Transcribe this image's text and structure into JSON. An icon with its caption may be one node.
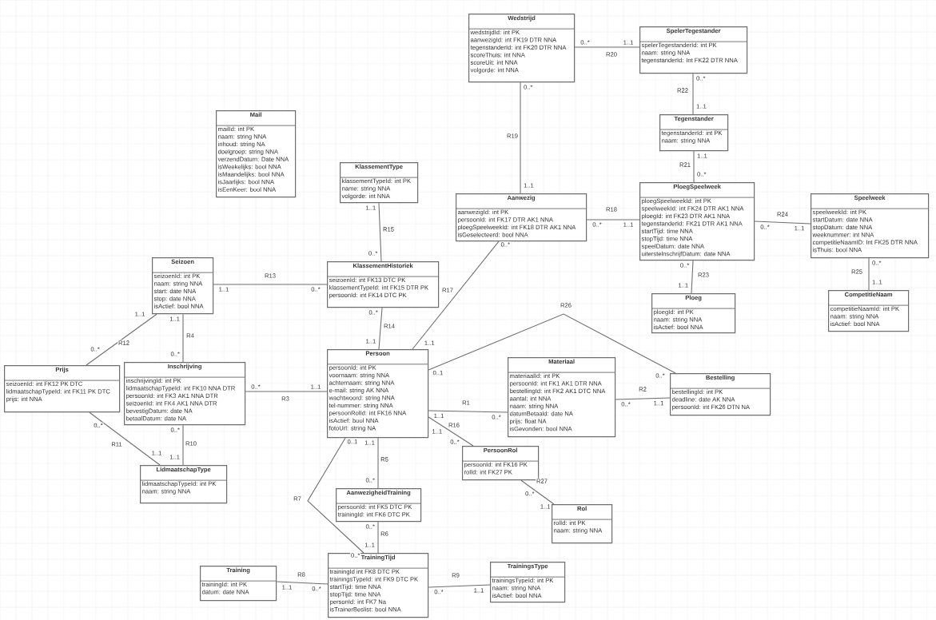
{
  "diagram": {
    "nodes": [
      {
        "text": [
          "Wedstrijd",
          "wedstrijdId: int PK",
          "aanwezigId: int FK19 DTR NNA",
          "tegenstanderId: int FK20 DTR NNA",
          "scoreThuis: int NNA",
          "scoreUit: int NNA",
          "volgorde: int NNA"
        ]
      },
      {
        "text": [
          "SpelerTegestander",
          "spelerTegestanderId: int PK",
          "naam: string NNA",
          "tegenstanderId: Int FK22 DTR NNA"
        ]
      },
      {
        "text": [
          "Mail",
          "mailId: int PK",
          "naam: string NNA",
          "inhoud: string NA",
          "doelgroep: string NNA",
          "verzendDatum: Date NNA",
          "isWeekelijks: bool NNA",
          "isMaandelijks: bool NNA",
          "isJaarlijks: bool NNA",
          "isEenKeer: bool NNA"
        ]
      },
      {
        "text": [
          "Tegenstander",
          "tegenstanderId: int PK",
          "naam: string NNA"
        ]
      },
      {
        "text": [
          "KlassementType",
          "klassementTypeId: int PK",
          "name: string NNA",
          "volgorde: int NNA"
        ]
      },
      {
        "text": [
          "Aanwezig",
          "aanwezigId: int PK",
          "persoonId: int FK17 DTR AK1 NNA",
          "ploegSpeelweekId: int FK18 DTR AK1 NNA",
          "isGeselecteerd: bool NNA"
        ]
      },
      {
        "text": [
          "PloegSpeelweek",
          "ploegSpeelweekId: int PK",
          "speelweekId: int FK24 DTR AK1 NNA",
          "ploegId: int FK23 DTR AK1 NNA",
          "tegenstanderId: FK21 DTR AK1 NNA",
          "startTijd: time NNA",
          "stopTijd: time NNA",
          "speelDatum: date NNA",
          "uiterstelnschrijfDatum: date NNA"
        ]
      },
      {
        "text": [
          "Speelweek",
          "speelweekId: int PK",
          "startDatum: date NNA",
          "stopDatum: date NNA",
          "weeknummer: int NNA",
          "competitieNaamID: Int FK25 DTR NNA",
          "isThuis: bool NNA"
        ]
      },
      {
        "text": [
          "Seizoen",
          "seizoenId: int PK",
          "naam: string NNA",
          "start: date NNA",
          "stop: date NNA",
          "isActief: bool NNA"
        ]
      },
      {
        "text": [
          "KlassementHistoriek",
          "seizoenId: int FK13 DTC PK",
          "klassementTypeId: int FK15 DTR PK",
          "persoonId: int FK14 DTC PK"
        ]
      },
      {
        "text": [
          "CompetitieNaam",
          "competitieNaamId: int PK",
          "naam: string NNA",
          "isActief: bool NNA"
        ]
      },
      {
        "text": [
          "Ploeg",
          "ploegId: int PK",
          "naam: string NNA",
          "isActief: bool NNA"
        ]
      },
      {
        "text": [
          "Persoon",
          "persoonId: int PK",
          "voornaam: string NNA",
          "achternaam: string NNA",
          "e-mail: string AK NNA",
          "wachtwoord: string NNA",
          "tel-nummer: string NNA",
          "persoonRolId: int FK16 NNA",
          "isActief: bool NNA",
          "fotoUrl: string NA"
        ]
      },
      {
        "text": [
          "Materiaal",
          "materiaalId: int PK",
          "persoonId: int FK1 AK1 DTR NNA",
          "bestellingId: int FK2 AK1 DTC NNA",
          "aantal: int NNA",
          "naam: string NNA",
          "datumBetaald: date NA",
          "prijs: float NA",
          "isGevonden: bool NNA"
        ]
      },
      {
        "text": [
          "Bestelling",
          "bestellingId: int PK",
          "deadline: date AK NNA",
          "persoonId: int FK26 DTN NA"
        ]
      },
      {
        "text": [
          "Prijs",
          "seizoenId: int FK12 PK DTC",
          "lidmaatschapTypeId: int FK11 PK DTC",
          "prijs: int NNA"
        ]
      },
      {
        "text": [
          "Inschrijving",
          "inschrijvingId: int PK",
          "lidmaatschapTypeId: int FK10 NNA DTR",
          "persoonId: int FK3 AK1 NNA DTR",
          "seizoenId: int FK4 AK1 NNA DTR",
          "bevestigDatum: date NA",
          "betaalDatum: date NA"
        ]
      },
      {
        "text": [
          "PersoonRol",
          "persoonId: int FK16 PK",
          "rolId: int FK27 PK"
        ]
      },
      {
        "text": [
          "LidmaatschapType",
          "lidmaatschapTypeId: int PK",
          "naam: string NNA"
        ]
      },
      {
        "text": [
          "AanwezigheidTraining",
          "persoonId: int FK5 DTC PK",
          "trainingId: int FK6 DTC PK"
        ]
      },
      {
        "text": [
          "Rol",
          "rolId: int PK",
          "naam: string NNA"
        ]
      },
      {
        "text": [
          "Training",
          "trainingId: int PK",
          "datum: date NNA"
        ]
      },
      {
        "text": [
          "TrainingTijd",
          "trainingId int FK8 DTC PK",
          "trainingsTypeId: int FK9 DTC PK",
          "startTijd: time NNA",
          "stopTijd: time NNA",
          "personId: int FK7 Na",
          "isTrainerBeslist: bool NNA"
        ]
      },
      {
        "text": [
          "TrainingsType",
          "trainingsTypeId: int PK",
          "naam: string NNA",
          "isActief: bool NNA"
        ]
      }
    ],
    "edges": [
      {
        "from": 0,
        "to": 1,
        "arrow": "none",
        "label": "R20"
      },
      {
        "from": 1,
        "to": 3,
        "arrow": "none",
        "label": "R22"
      },
      {
        "from": 0,
        "to": 5,
        "arrow": "none",
        "label": "R19"
      },
      {
        "from": 3,
        "to": 6,
        "arrow": "none",
        "label": "R21"
      },
      {
        "from": 4,
        "to": 9,
        "arrow": "none",
        "label": "R15"
      },
      {
        "from": 5,
        "to": 6,
        "arrow": "none",
        "label": "R18"
      },
      {
        "from": 6,
        "to": 7,
        "arrow": "none",
        "label": "R24"
      },
      {
        "from": 6,
        "to": 11,
        "arrow": "none",
        "label": "R23"
      },
      {
        "from": 7,
        "to": 10,
        "arrow": "none",
        "label": "R25"
      },
      {
        "from": 8,
        "to": 9,
        "arrow": "none",
        "label": "R13"
      },
      {
        "from": 8,
        "to": 15,
        "arrow": "none",
        "label": "R12"
      },
      {
        "from": 8,
        "to": 16,
        "arrow": "none",
        "label": "R4"
      },
      {
        "from": 9,
        "to": 12,
        "arrow": "none",
        "label": "R14"
      },
      {
        "from": 5,
        "to": 12,
        "arrow": "none",
        "label": "R17"
      },
      {
        "from": 12,
        "to": 14,
        "arrow": "none",
        "label": "R26"
      },
      {
        "from": 12,
        "to": 13,
        "arrow": "none",
        "label": "R1"
      },
      {
        "from": 13,
        "to": 14,
        "arrow": "none",
        "label": "R2"
      },
      {
        "from": 16,
        "to": 12,
        "arrow": "none",
        "label": "R3"
      },
      {
        "from": 15,
        "to": 18,
        "arrow": "none",
        "label": "R11"
      },
      {
        "from": 16,
        "to": 18,
        "arrow": "none",
        "label": "R10"
      },
      {
        "from": 12,
        "to": 22,
        "arrow": "none",
        "label": "R7"
      },
      {
        "from": 12,
        "to": 19,
        "arrow": "none",
        "label": "R5"
      },
      {
        "from": 12,
        "to": 17,
        "arrow": "none",
        "label": "R16"
      },
      {
        "from": 17,
        "to": 20,
        "arrow": "none",
        "label": "R27"
      },
      {
        "from": 19,
        "to": 22,
        "arrow": "none",
        "label": "R6"
      },
      {
        "from": 21,
        "to": 22,
        "arrow": "none",
        "label": "R8"
      },
      {
        "from": 22,
        "to": 23,
        "arrow": "none",
        "label": "R9"
      }
    ],
    "labels": [
      "0..*",
      "1..1",
      "0..*",
      "1..1",
      "0..*",
      "1..1",
      "1..1",
      "0..*",
      "1..1",
      "0..*",
      "0..*",
      "1..1",
      "0..*",
      "1..1",
      "0..*",
      "1..1",
      "0..*",
      "1..1",
      "1..1",
      "0..*",
      "1..1",
      "0..*",
      "1..1",
      "0..*",
      "0..*",
      "1..1",
      "0..*",
      "1..1",
      "0..1",
      "0..*",
      "1..1",
      "0..*",
      "0..*",
      "1..1",
      "0..*",
      "1..1",
      "0..*",
      "1..1",
      "0..*",
      "1..1",
      "0..1",
      "0..*",
      "1..1",
      "0..*",
      "1..1",
      "0..*",
      "0..*",
      "1..1",
      "0..*",
      "1..1",
      "1..1",
      "0..*",
      "0..*",
      "1..1"
    ]
  }
}
